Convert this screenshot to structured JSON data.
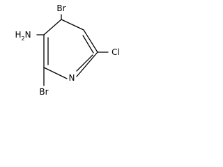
{
  "molecule": {
    "labels": {
      "br_top": "Br",
      "amine": "H2N",
      "cl": "Cl",
      "n_ring": "N",
      "br_bottom": "Br"
    },
    "atom_color": "#000000",
    "bond_color": "#000000"
  }
}
